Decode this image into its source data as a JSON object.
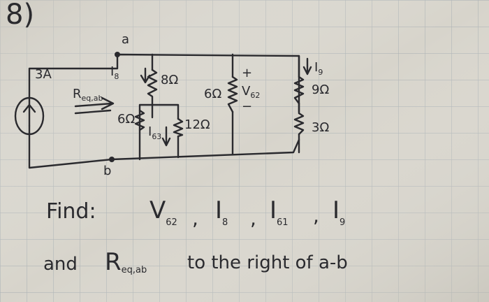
{
  "problem": {
    "number": "8)",
    "source": {
      "value": "3A",
      "arrow": "↑"
    },
    "nodes": {
      "a": "a",
      "b": "b"
    },
    "req_label": {
      "main": "R",
      "sub": "eq,ab"
    },
    "currents": {
      "i8": {
        "main": "I",
        "sub": "8"
      },
      "i9": {
        "main": "I",
        "sub": "9"
      },
      "i63": {
        "main": "I",
        "sub": "63"
      }
    },
    "resistors": {
      "r8": "8Ω",
      "r6_left": "6Ω",
      "r12": "12Ω",
      "r6_mid": "6Ω",
      "r9": "9Ω",
      "r3": "3Ω"
    },
    "voltage": {
      "plus": "+",
      "minus": "−",
      "main": "V",
      "sub": "62"
    },
    "line1": {
      "find": "Find:",
      "v_main": "V",
      "v_sub": "62",
      "i8_main": "I",
      "i8_sub": "8",
      "i61_main": "I",
      "i61_sub": "61",
      "i9_main": "I",
      "i9_sub": "9",
      "sep": ","
    },
    "line2": {
      "and": "and",
      "r_main": "R",
      "r_sub": "eq,ab",
      "rest": "to the right of a-b"
    }
  }
}
